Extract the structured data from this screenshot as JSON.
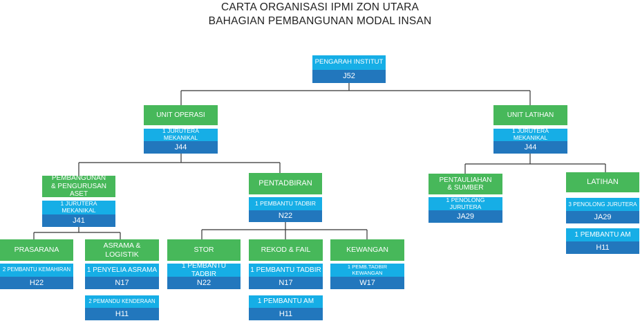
{
  "title": {
    "line1": "CARTA ORGANISASI IPMI ZON UTARA",
    "line2": "BAHAGIAN PEMBANGUNAN MODAL INSAN"
  },
  "colors": {
    "green": "#47b85a",
    "light_blue": "#16aee6",
    "dark_blue": "#2277bd",
    "connector": "#333333"
  },
  "nodes": {
    "pengarah": {
      "head": "PENGARAH INSTITUT",
      "grade": "J52"
    },
    "unit_operasi": {
      "head": "UNIT OPERASI",
      "staff": "1 JURUTERA MEKANIKAL",
      "grade": "J44"
    },
    "unit_latihan": {
      "head": "UNIT LATIHAN",
      "staff": "1 JURUTERA MEKANIKAL",
      "grade": "J44"
    },
    "pembangunan": {
      "head": "PEMBANGUNAN & PENGURUSAN ASET",
      "staff": "1 JURUTERA MEKANIKAL",
      "grade": "J41"
    },
    "pentadbiran": {
      "head": "PENTADBIRAN",
      "staff": "1 PEMBANTU TADBIR",
      "grade": "N22"
    },
    "pentauliahan": {
      "head": "PENTAULIAHAN & SUMBER",
      "staff": "1 PENOLONG JURUTERA",
      "grade": "JA29"
    },
    "latihan": {
      "head": "LATIHAN",
      "staff": "3 PENOLONG JURUTERA",
      "grade": "JA29",
      "staff2": "1 PEMBANTU AM",
      "grade2": "H11"
    },
    "prasarana": {
      "head": "PRASARANA",
      "staff": "2 PEMBANTU KEMAHIRAN",
      "grade": "H22"
    },
    "asrama": {
      "head": "ASRAMA & LOGISTIK",
      "staff": "1 PENYELIA ASRAMA",
      "grade": "N17",
      "staff2": "2 PEMANDU KENDERAAN",
      "grade2": "H11"
    },
    "stor": {
      "head": "STOR",
      "staff": "1 PEMBANTU TADBIR",
      "grade": "N22"
    },
    "rekod": {
      "head": "REKOD & FAIL",
      "staff": "1 PEMBANTU TADBIR",
      "grade": "N17",
      "staff2": "1 PEMBANTU AM",
      "grade2": "H11"
    },
    "kewangan": {
      "head": "KEWANGAN",
      "staff": "1 PEMB.TADBIR KEWANGAN",
      "grade": "W17"
    }
  }
}
